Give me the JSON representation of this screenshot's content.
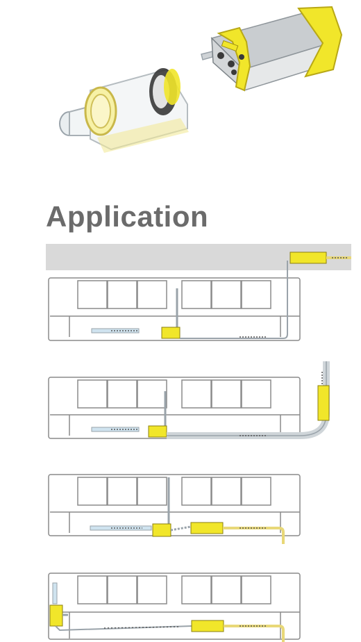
{
  "heading": "Application",
  "colors": {
    "accent_yellow": "#f1e62a",
    "unit_outline": "#8a8a8a",
    "ceiling_gray": "#d9d9d9",
    "drain_blue": "#cfe3ef",
    "pipe_gray": "#9aa3aa"
  },
  "images": {
    "product_left": "condensate-sensor-reservoir",
    "product_right": "condensate-pump-unit"
  },
  "diagrams": [
    {
      "variant": "pump-in-ceiling"
    },
    {
      "variant": "pump-vertical-riser"
    },
    {
      "variant": "pump-inline-below"
    },
    {
      "variant": "pump-side-mounted"
    }
  ]
}
